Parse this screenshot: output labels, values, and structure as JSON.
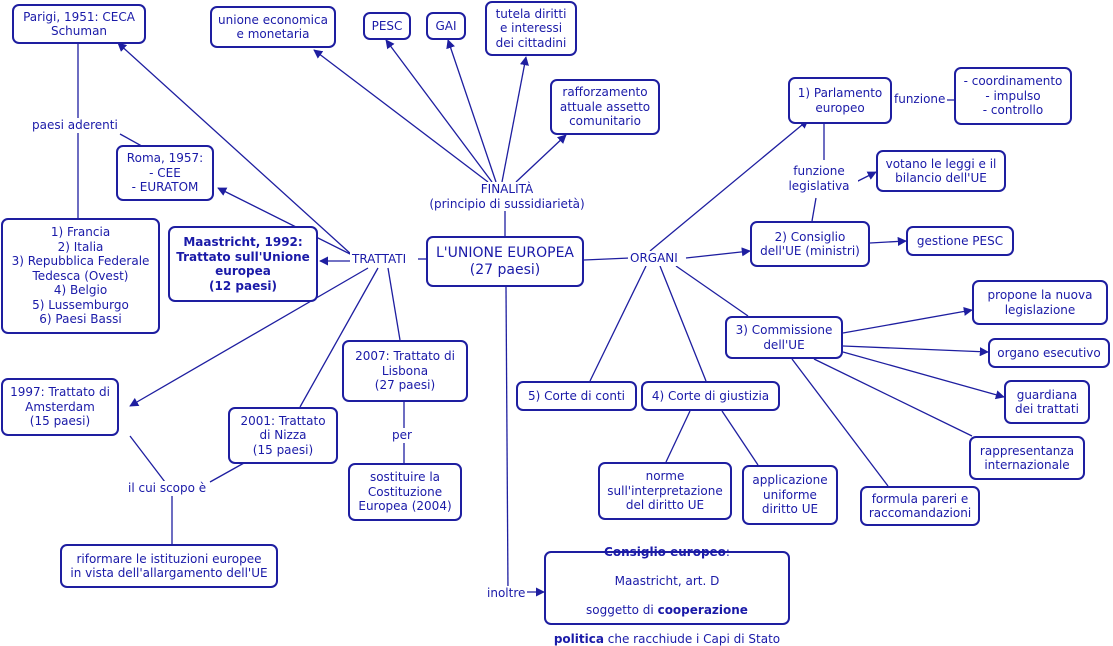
{
  "center": {
    "title": "L'UNIONE EUROPEA",
    "subtitle": "(27 paesi)"
  },
  "hubs": {
    "finalita": "FINALITÀ\n(principio di sussidiarietà)",
    "trattati": "TRATTATI",
    "organi": "ORGANI",
    "inoltre": "inoltre"
  },
  "finalita": {
    "umc": "unione economica\ne monetaria",
    "pesc": "PESC",
    "gai": "GAI",
    "tutela": "tutela diritti\ne interessi\ndei cittadini",
    "rafforzamento": "rafforzamento\nattuale assetto\ncomunitario"
  },
  "trattati": {
    "parigi": "Parigi, 1951: CECA\nSchuman",
    "paesi_aderenti_label": "paesi aderenti",
    "roma": "Roma, 1957:\n- CEE\n- EURATOM",
    "paesi": "1) Francia\n2) Italia\n3) Repubblica Federale\nTedesca (Ovest)\n4) Belgio\n5) Lussemburgo\n6) Paesi Bassi",
    "maastricht": "Maastricht, 1992:\nTrattato sull'Unione\neuropea\n(12 paesi)",
    "amsterdam": "1997: Trattato di\nAmsterdam\n(15 paesi)",
    "nizza": "2001: Trattato\ndi Nizza\n(15 paesi)",
    "lisbona": "2007: Trattato di\nLisbona\n(27 paesi)",
    "per_label": "per",
    "costituzione": "sostituire la\nCostituzione\nEuropea (2004)",
    "scopo_label": "il cui scopo è",
    "riformare": "riformare le istituzioni europee\nin vista dell'allargamento dell'UE"
  },
  "organi": {
    "parlamento": "1) Parlamento\neuropeo",
    "funzione_label": "funzione",
    "coordinamento": "- coordinamento\n- impulso\n- controllo",
    "funz_legislativa_label": "funzione\nlegislativa",
    "votano": "votano le leggi e il\nbilancio dell'UE",
    "consiglio": "2) Consiglio\ndell'UE (ministri)",
    "gestione_pesc": "gestione PESC",
    "commissione": "3) Commissione\ndell'UE",
    "propone": "propone la nuova\nlegislazione",
    "esecutivo": "organo esecutivo",
    "guardiana": "guardiana\ndei trattati",
    "rappresentanza": "rappresentanza\ninternazionale",
    "pareri": "formula pareri e\nraccomandazioni",
    "corte_giustizia": "4) Corte di giustizia",
    "norme": "norme\nsull'interpretazione\ndel diritto UE",
    "applicazione": "applicazione\nuniforme\ndiritto UE",
    "corte_conti": "5) Corte di conti"
  },
  "consiglio_europeo": {
    "title": "Consiglio europeo",
    "line1": "Maastricht, art. D",
    "line2_pre": "soggetto di ",
    "line2_bold": "cooperazione",
    "line3_bold": "politica",
    "line3_post": " che racchiude i Capi di Stato"
  },
  "colors": {
    "line": "#1e1ea0",
    "text": "#1a1aa8",
    "background": "#ffffff"
  }
}
